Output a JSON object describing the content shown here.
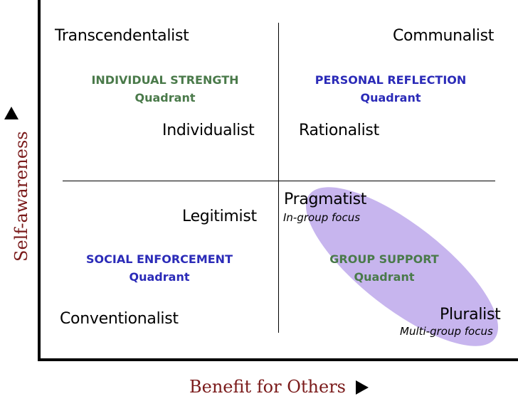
{
  "axes": {
    "y_label": "Self-awareness",
    "x_label": "Benefit for Others"
  },
  "stages": {
    "transcendentalist": "Transcendentalist",
    "communalist": "Communalist",
    "individualist": "Individualist",
    "rationalist": "Rationalist",
    "pragmatist": "Pragmatist",
    "legitimist": "Legitimist",
    "conventionalist": "Conventionalist",
    "pluralist": "Pluralist"
  },
  "focus": {
    "in_group": "In-group focus",
    "multi_group": "Multi-group focus"
  },
  "quadrants": {
    "individual_strength": {
      "title": "INDIVIDUAL STRENGTH",
      "sub": "Quadrant"
    },
    "personal_reflection": {
      "title": "PERSONAL REFLECTION",
      "sub": "Quadrant"
    },
    "social_enforcement": {
      "title": "SOCIAL ENFORCEMENT",
      "sub": "Quadrant"
    },
    "group_support": {
      "title": "GROUP SUPPORT",
      "sub": "Quadrant"
    }
  },
  "colors": {
    "quadrant_green": "#4a7a4a",
    "quadrant_blue": "#2b2bb8",
    "axis_label": "#7a1a1a",
    "highlight_ellipse": "#c7b5ee"
  }
}
